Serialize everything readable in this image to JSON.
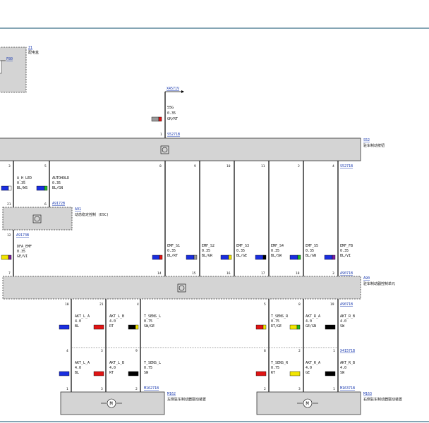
{
  "colors": {
    "frame": "#3a6f86",
    "box": "#d4d4d4",
    "wire": "#000000",
    "link": "#1a3ab0",
    "bl": "#1a2ee0",
    "rt": "#e01414",
    "sw": "#000000",
    "ge": "#f2e600",
    "gn": "#22bb22",
    "vi": "#7a1fa0",
    "gr": "#9a9a9a",
    "ws": "#ffffff"
  },
  "z1": {
    "ref": "Z1",
    "name": "配电盒",
    "sub": "F80"
  },
  "x4571": {
    "ref": "X4571V"
  },
  "top_wire": {
    "code": "55G",
    "size": "0.35",
    "color": "GR/RT",
    "pin": "1",
    "conn": "S5271B"
  },
  "s52": {
    "ref": "S52",
    "name": "驻车制动按钮"
  },
  "s52_pins": [
    {
      "n": "3"
    },
    {
      "n": "5"
    },
    {
      "n": "8"
    },
    {
      "n": "9"
    },
    {
      "n": "10"
    },
    {
      "n": "11"
    },
    {
      "n": "2"
    },
    {
      "n": "4"
    }
  ],
  "s52_conn": "S5271B",
  "w_upper": [
    {
      "code": "A_H_LED",
      "size": "0.35",
      "color": "BL/WS"
    },
    {
      "code": "AUTOHOLD",
      "size": "0.35",
      "color": "BL/GN"
    }
  ],
  "a91": {
    "ref": "A91",
    "name": "动态稳定控制 (DSC)",
    "pin_l": "21",
    "pin_r": "6",
    "conn_top": "A9172B",
    "conn_bot": "A9173B",
    "pin_b": "12"
  },
  "dfa": {
    "code": "DFA_EMF",
    "size": "0.35",
    "color": "GE/VI"
  },
  "emf": [
    {
      "code": "EMF_S1",
      "size": "0.35",
      "color": "BL/RT",
      "pin": "14"
    },
    {
      "code": "EMF_S2",
      "size": "0.35",
      "color": "BL/GR",
      "pin": "15"
    },
    {
      "code": "EMF_S3",
      "size": "0.35",
      "color": "BL/GE",
      "pin": "16"
    },
    {
      "code": "EMF_S4",
      "size": "0.35",
      "color": "BL/SW",
      "pin": "17"
    },
    {
      "code": "EMF_S5",
      "size": "0.35",
      "color": "BL/GN",
      "pin": "18"
    },
    {
      "code": "EMF_FB",
      "size": "0.35",
      "color": "BL/VI",
      "pin": "3"
    }
  ],
  "a90": {
    "ref": "A90",
    "name": "驻车制动器控制单元",
    "conn": "A9071B",
    "conn_bot": "A9071B",
    "pin_l": "7"
  },
  "left_mid": [
    {
      "code": "AKT_L_A",
      "size": "4.0",
      "color": "BL",
      "pin": "10"
    },
    {
      "code": "AKT_L_B",
      "size": "4.0",
      "color": "RT",
      "pin": "21"
    },
    {
      "code": "T_SENS_L",
      "size": "0.75",
      "color": "SW/GE",
      "pin": "4"
    }
  ],
  "right_mid": [
    {
      "code": "T_SENS_R",
      "size": "0.75",
      "color": "RT/GE",
      "pin": "5"
    },
    {
      "code": "AKT_R_A",
      "size": "4.0",
      "color": "GE/GN",
      "pin": "8"
    },
    {
      "code": "AKT_R_B",
      "size": "4.0",
      "color": "SW",
      "pin": "19"
    }
  ],
  "left_low": [
    {
      "code": "AKT_L_A",
      "size": "4.0",
      "color": "BL",
      "pin": "4"
    },
    {
      "code": "AKT_L_B",
      "size": "4.0",
      "color": "RT",
      "pin": "3"
    },
    {
      "code": "T_SENS_L",
      "size": "0.75",
      "color": "SW",
      "pin": "9"
    }
  ],
  "right_low": [
    {
      "code": "T_SENS_R",
      "size": "0.75",
      "color": "RT",
      "pin": "8"
    },
    {
      "code": "AKT_R_A",
      "size": "4.0",
      "color": "GE",
      "pin": "2"
    },
    {
      "code": "AKT_R_B",
      "size": "4.0",
      "color": "SW",
      "pin": "1"
    }
  ],
  "x415": "X41571B",
  "m162": {
    "ref": "M162",
    "name": "左侧驻车制动器驱动装置",
    "conn": "M16271B",
    "pins": [
      "1",
      "3",
      "2"
    ]
  },
  "m163": {
    "ref": "M163",
    "name": "右侧驻车制动器驱动装置",
    "conn": "M16371B",
    "pins": [
      "2",
      "3",
      "1"
    ]
  }
}
